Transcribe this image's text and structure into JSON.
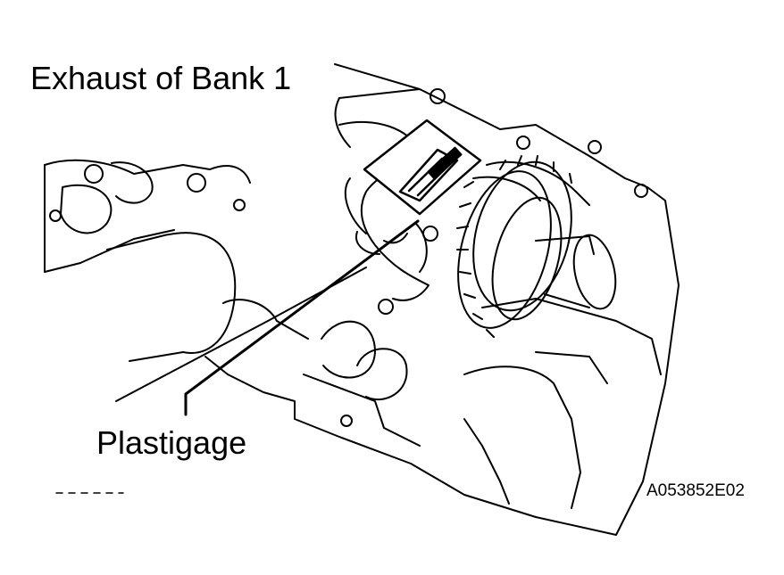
{
  "labels": {
    "exhaust": "Exhaust of Bank 1",
    "plastigage": "Plastigage"
  },
  "figure_code": "A053852E02",
  "icons": [
    "engine-block-illustration",
    "camshaft-gear-illustration",
    "plastigage-strip-illustration"
  ],
  "colors": {
    "ink": "#000000",
    "background": "#ffffff"
  }
}
